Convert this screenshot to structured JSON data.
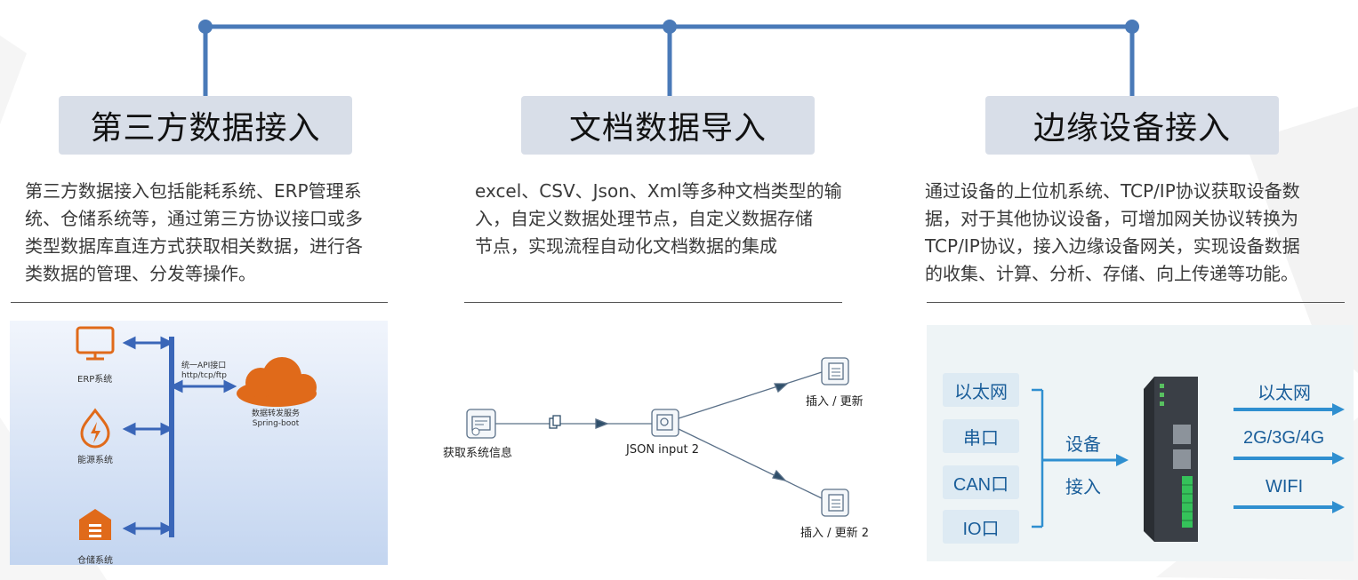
{
  "sections": [
    {
      "title": "第三方数据接入",
      "desc": [
        "第三方数据接入包括能耗系统、ERP管理系",
        "统、仓储系统等，通过第三方协议接口或多",
        "类型数据库直连方式获取相关数据，进行各",
        "类数据的管理、分发等操作。"
      ]
    },
    {
      "title": "文档数据导入",
      "desc": [
        "excel、CSV、Json、Xml等多种文档类型的输",
        "入，自定义数据处理节点，自定义数据存储",
        "节点，实现流程自动化文档数据的集成"
      ]
    },
    {
      "title": "边缘设备接入",
      "desc": [
        "通过设备的上位机系统、TCP/IP协议获取设备数",
        "据，对于其他协议设备，可增加网关协议转换为",
        "TCP/IP协议，接入边缘设备网关，实现设备数据",
        "的收集、计算、分析、存储、向上传递等功能。"
      ]
    }
  ],
  "panel1": {
    "systems": [
      "ERP系统",
      "能源系统",
      "仓储系统"
    ],
    "api_label": [
      "统一API接口",
      "http/tcp/ftp"
    ],
    "cloud_label": [
      "数据转发服务",
      "Spring-boot"
    ]
  },
  "panel2": {
    "nodes": [
      "获取系统信息",
      "JSON input 2",
      "插入 / 更新",
      "插入 / 更新 2"
    ]
  },
  "panel3": {
    "inputs": [
      "以太网",
      "串口",
      "CAN口",
      "IO口"
    ],
    "center_label": [
      "设备",
      "接入"
    ],
    "outputs": [
      "以太网",
      "2G/3G/4G",
      "WIFI"
    ]
  },
  "colors": {
    "connector": "#4a7ab8",
    "header_bg": "#d8dee8",
    "accent_blue": "#2f8fd0",
    "bus_blue": "#3a66b8",
    "orange": "#e06a1a"
  }
}
